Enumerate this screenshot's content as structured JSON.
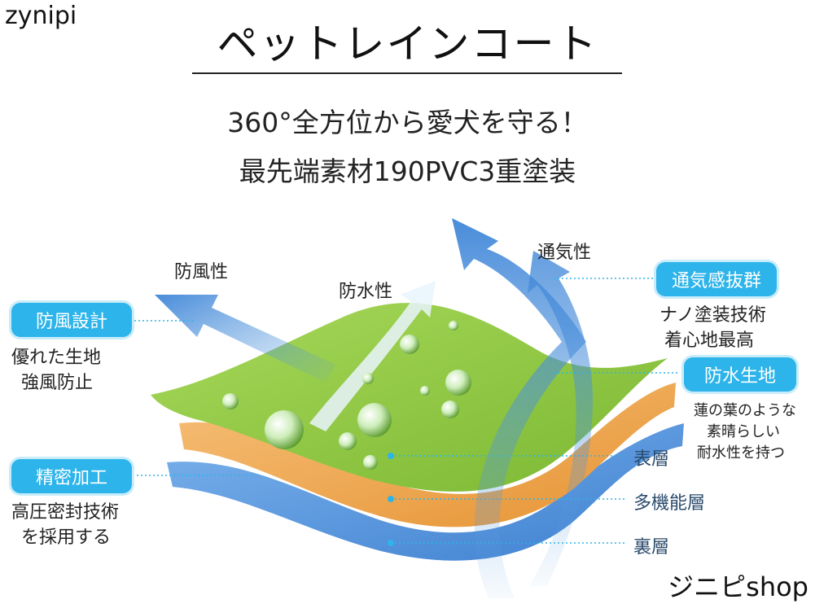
{
  "brand_top": "zynipi",
  "title": "ペットレインコート",
  "subtitle_1": "360°全方位から愛犬を守る！",
  "subtitle_2": "最先端素材190PVC3重塗装",
  "arrows": {
    "windproof": "防風性",
    "waterproof": "防水性",
    "breathable": "通気性"
  },
  "left_features": [
    {
      "badge": "防風設計",
      "lines": [
        "優れた生地",
        "強風防止"
      ]
    },
    {
      "badge": "精密加工",
      "lines": [
        "高圧密封技術",
        "を採用する"
      ]
    }
  ],
  "right_features": [
    {
      "badge": "通気感抜群",
      "lines": [
        "ナノ塗装技術",
        "着心地最高"
      ]
    },
    {
      "badge": "防水生地",
      "lines": [
        "蓮の葉のような",
        "素晴らしい",
        "耐水性を持つ"
      ]
    }
  ],
  "layers": [
    "表層",
    "多機能層",
    "裏層"
  ],
  "colors": {
    "badge": "#2db4ea",
    "layer_top": "#8cc63f",
    "layer_middle": "#f2a94a",
    "layer_bottom": "#4a8fd6",
    "arrow": "#5d9fe0"
  },
  "brand_bottom": "ジニピshop"
}
